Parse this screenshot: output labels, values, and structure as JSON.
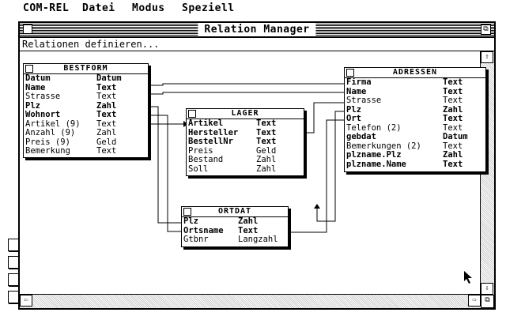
{
  "menubar": {
    "items": [
      "COM-REL",
      "Datei",
      "Modus",
      "Speziell"
    ]
  },
  "window": {
    "title": "Relation Manager",
    "status": "Relationen definieren..."
  },
  "scroll": {
    "up": "⇧",
    "down": "⇩",
    "left": "⇦",
    "right": "⇨",
    "resize": "⧉",
    "full": "⧉"
  },
  "tables": {
    "bestform": {
      "name": "BESTFORM",
      "rows": [
        {
          "f": "Datum",
          "t": "Datum",
          "k": true
        },
        {
          "f": "Name",
          "t": "Text",
          "k": true
        },
        {
          "f": "Strasse",
          "t": "Text",
          "k": false
        },
        {
          "f": "Plz",
          "t": "Zahl",
          "k": true
        },
        {
          "f": "Wohnort",
          "t": "Text",
          "k": true
        },
        {
          "f": "Artikel (9)",
          "t": "Text",
          "k": false
        },
        {
          "f": "Anzahl (9)",
          "t": "Zahl",
          "k": false
        },
        {
          "f": "Preis (9)",
          "t": "Geld",
          "k": false
        },
        {
          "f": "Bemerkung",
          "t": "Text",
          "k": false
        }
      ]
    },
    "lager": {
      "name": "LAGER",
      "rows": [
        {
          "f": "Artikel",
          "t": "Text",
          "k": true
        },
        {
          "f": "Hersteller",
          "t": "Text",
          "k": true
        },
        {
          "f": "BestellNr",
          "t": "Text",
          "k": true
        },
        {
          "f": "Preis",
          "t": "Geld",
          "k": false
        },
        {
          "f": "Bestand",
          "t": "Zahl",
          "k": false
        },
        {
          "f": "Soll",
          "t": "Zahl",
          "k": false
        }
      ]
    },
    "adressen": {
      "name": "ADRESSEN",
      "rows": [
        {
          "f": "Firma",
          "t": "Text",
          "k": true
        },
        {
          "f": "Name",
          "t": "Text",
          "k": true
        },
        {
          "f": "Strasse",
          "t": "Text",
          "k": false
        },
        {
          "f": "Plz",
          "t": "Zahl",
          "k": true
        },
        {
          "f": "Ort",
          "t": "Text",
          "k": true
        },
        {
          "f": "Telefon (2)",
          "t": "Text",
          "k": false
        },
        {
          "f": "gebdat",
          "t": "Datum",
          "k": true
        },
        {
          "f": "Bemerkungen (2)",
          "t": "Text",
          "k": false
        },
        {
          "f": "plzname.Plz",
          "t": "Zahl",
          "k": true
        },
        {
          "f": "plzname.Name",
          "t": "Text",
          "k": true
        }
      ]
    },
    "ortdat": {
      "name": "ORTDAT",
      "rows": [
        {
          "f": "Plz",
          "t": "Zahl",
          "k": true
        },
        {
          "f": "Ortsname",
          "t": "Text",
          "k": true
        },
        {
          "f": "Gtbnr",
          "t": "Langzahl",
          "k": false
        }
      ]
    }
  }
}
